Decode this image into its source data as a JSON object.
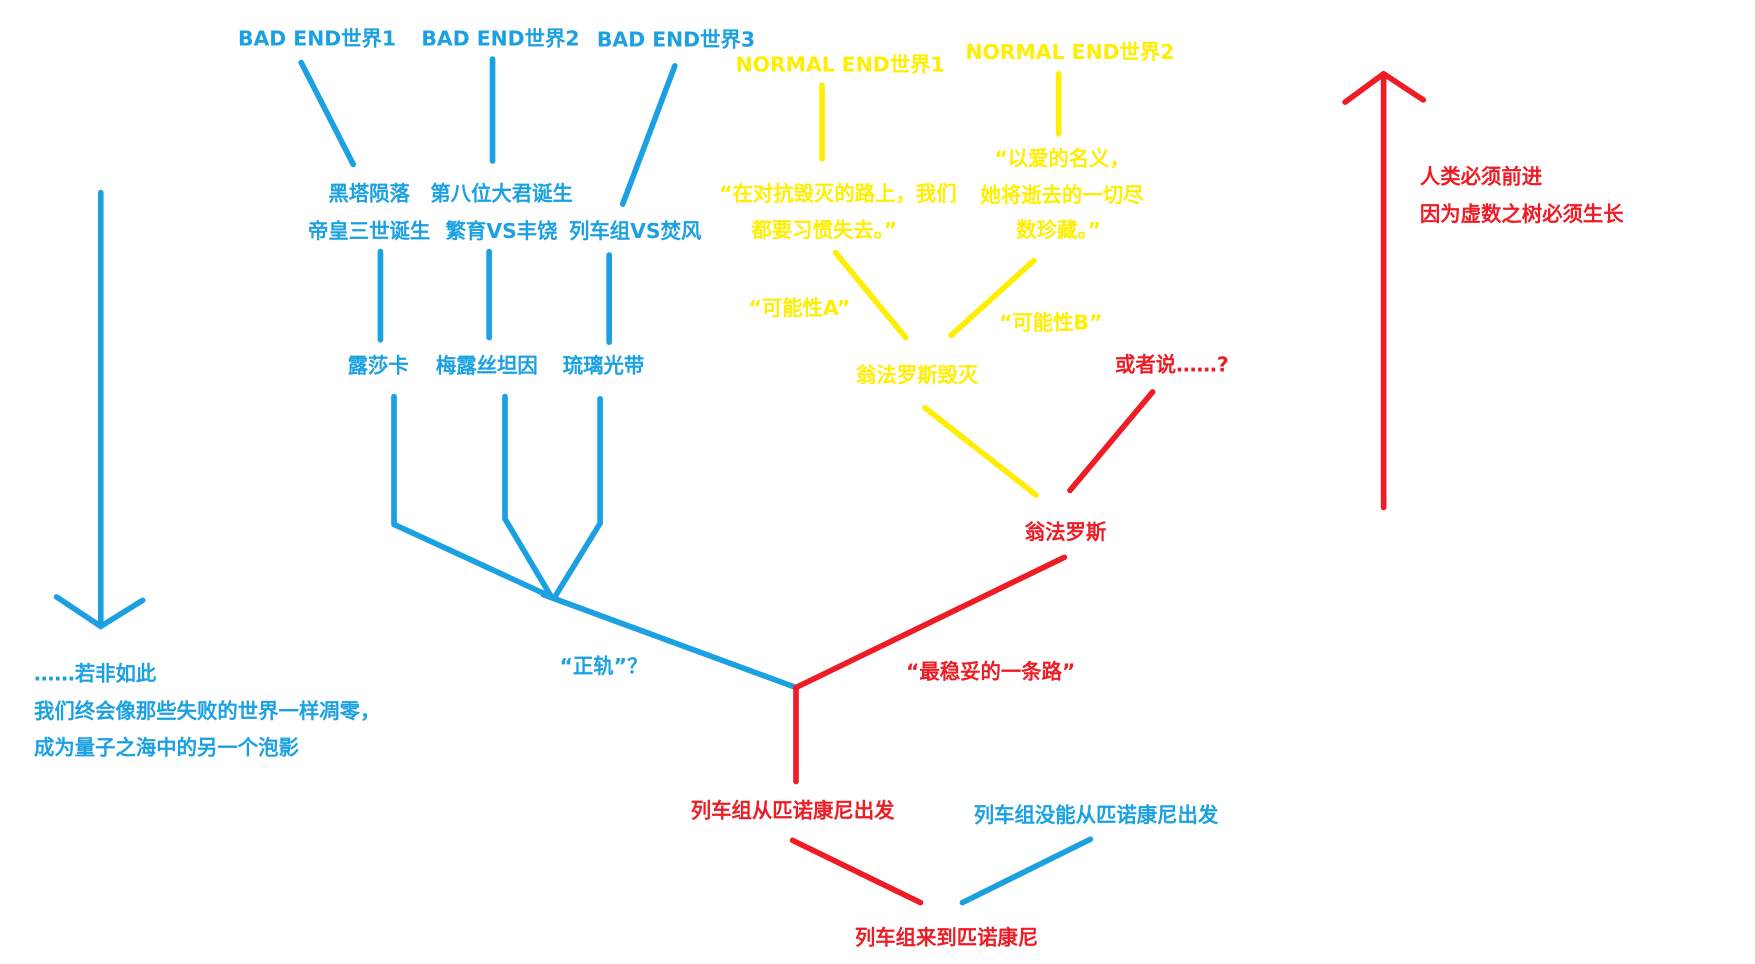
{
  "colors": {
    "bad": "#1ba1e2",
    "normal": "#ffee00",
    "main": "#ee1c25"
  },
  "bad_ends": [
    "BAD END世界1",
    "BAD END世界2",
    "BAD END世界3"
  ],
  "normal_ends": [
    "NORMAL END世界1",
    "NORMAL END世界2"
  ],
  "blue_events": {
    "row1": [
      "黑塔陨落",
      "第八位大君诞生"
    ],
    "row2": [
      "帝皇三世诞生",
      "繁育VS丰饶",
      "列车组VS焚风"
    ],
    "row3": [
      "露莎卡",
      "梅露丝坦因",
      "琉璃光带"
    ]
  },
  "normal_quotes": {
    "quote1": [
      "“在对抗毁灭的路上，我们",
      "都要习惯失去。”"
    ],
    "quote2": [
      "“以爱的名义，",
      "她将逝去的一切尽",
      "数珍藏。”"
    ],
    "possibility_a": "“可能性A”",
    "possibility_b": "“可能性B”",
    "destruction": "翁法罗斯毁灭"
  },
  "red_nodes": {
    "or_else": "或者说……?",
    "amphoreus": "翁法罗斯",
    "safest": "“最稳妥的一条路”",
    "depart": "列车组从匹诺康尼出发",
    "arrive": "列车组来到匹诺康尼",
    "right_note": [
      "人类必须前进",
      "因为虚数之树必须生长"
    ]
  },
  "blue_nodes": {
    "orthodox": "“正轨”？",
    "not_depart": "列车组没能从匹诺康尼出发",
    "left_note": [
      "……若非如此",
      "我们终会像那些失败的世界一样凋零，",
      "成为量子之海中的另一个泡影"
    ]
  }
}
